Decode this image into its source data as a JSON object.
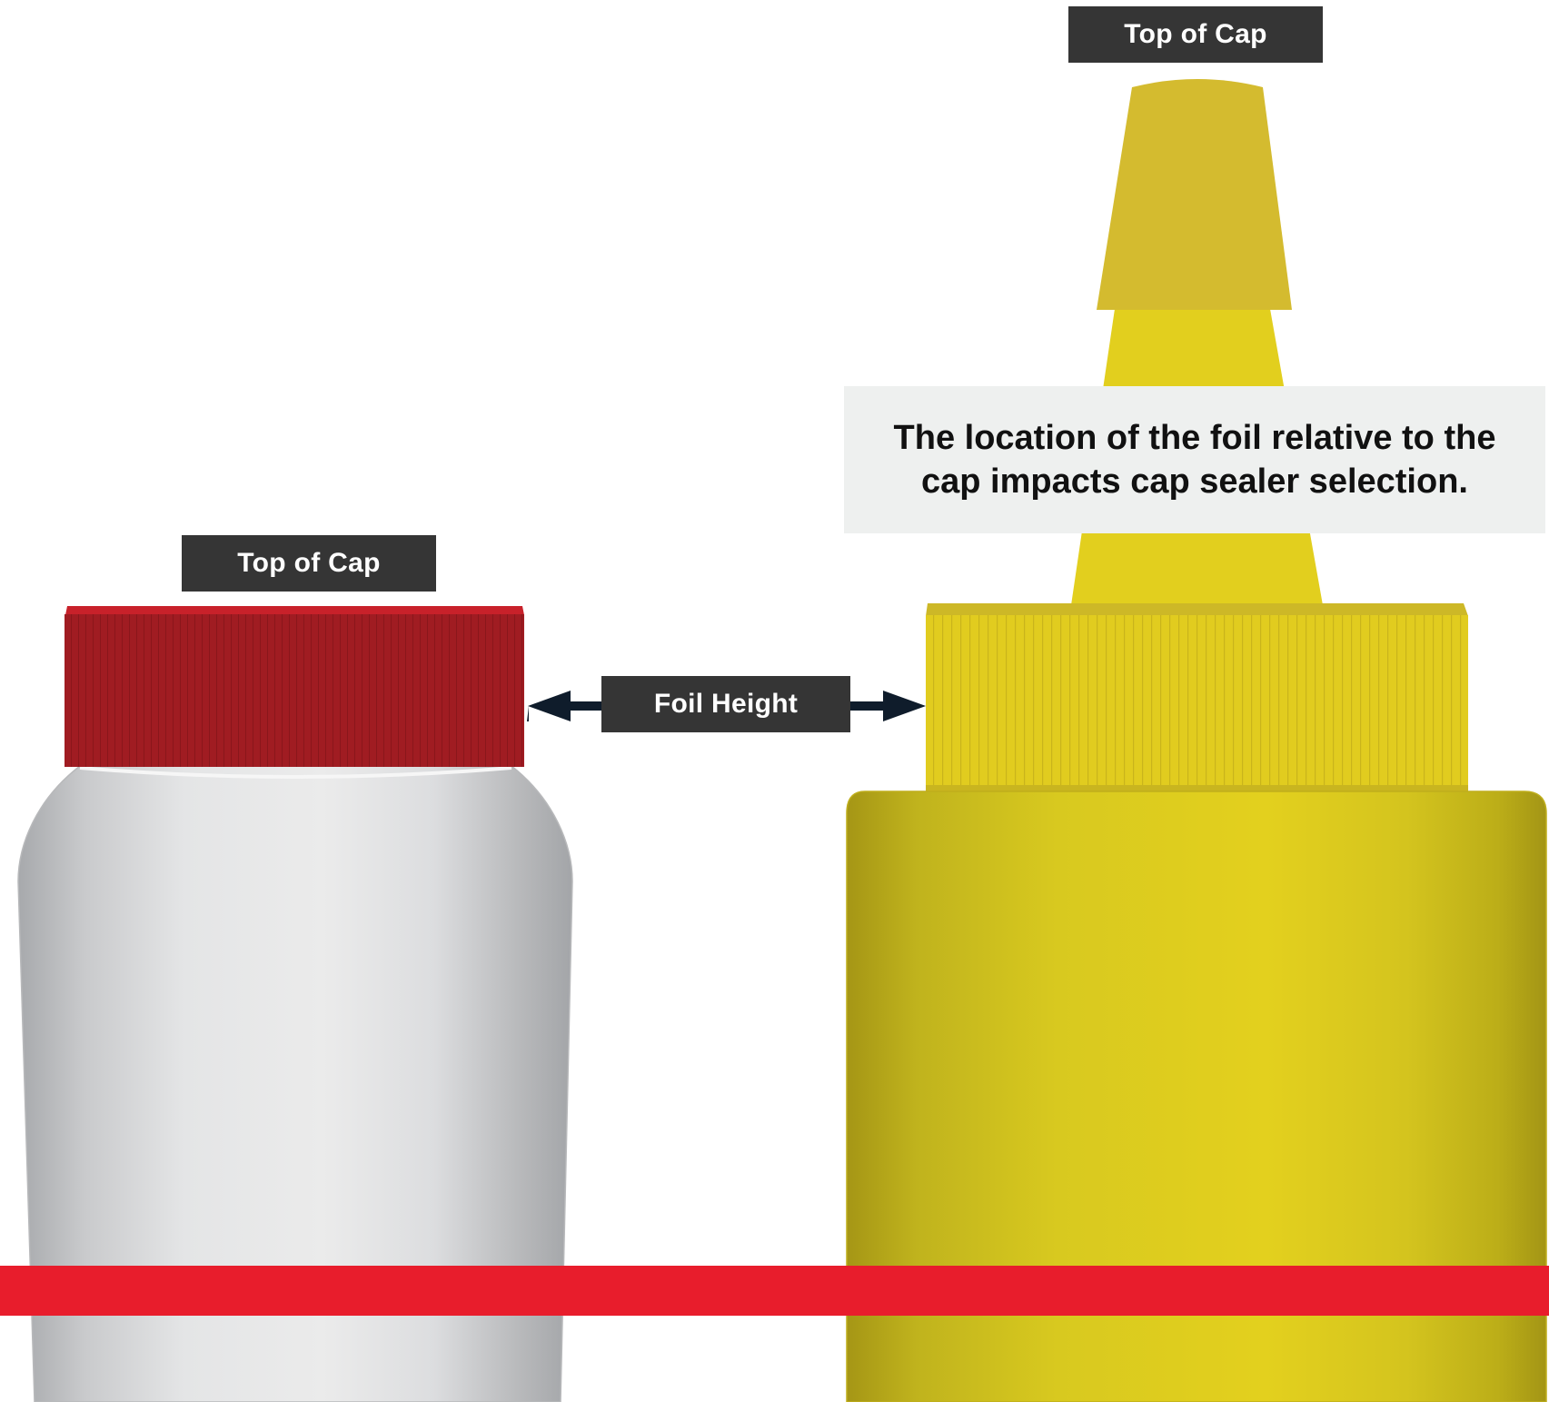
{
  "labels": {
    "top_of_cap_left": "Top of Cap",
    "top_of_cap_right": "Top of Cap",
    "foil_height": "Foil Height"
  },
  "callout": {
    "text": "The location of the foil relative to the cap impacts cap sealer selection."
  },
  "colors": {
    "red_cap": "#a01c22",
    "silver_bottle": "#e6e7e8",
    "yellow_bottle": "#e2cf1e",
    "yellow_nozzle_tip": "#d4bb2f",
    "foil_line": "#e81d2c",
    "label_bg": "#353535",
    "arrow": "#0f1c2b",
    "callout_bg": "#eef0ef"
  }
}
